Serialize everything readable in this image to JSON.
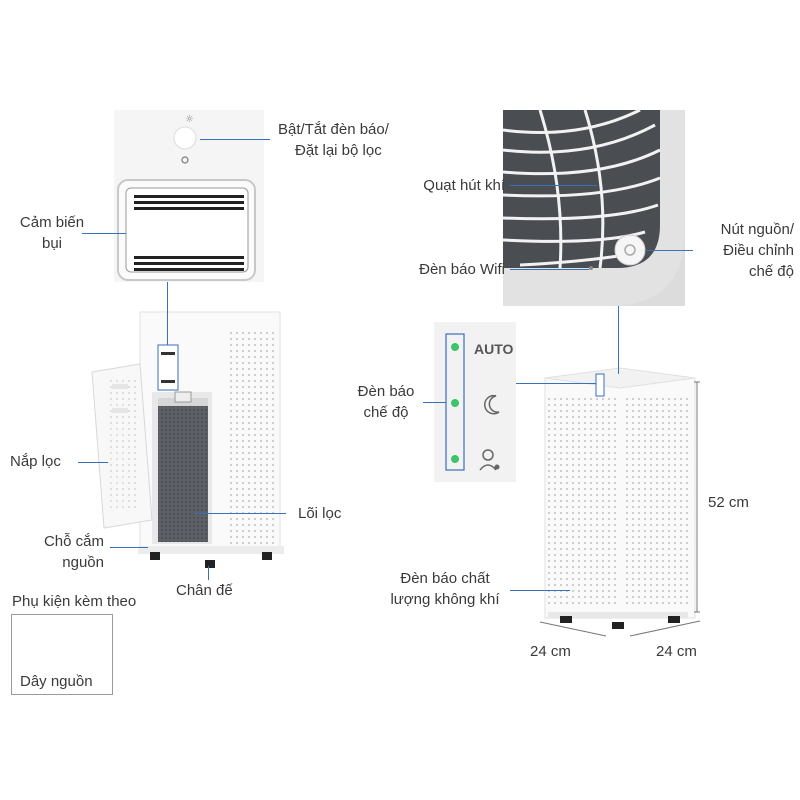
{
  "labels": {
    "indicator_reset": [
      "Bật/Tắt đèn báo/",
      "Đặt lại bộ lọc"
    ],
    "dust_sensor": [
      "Cảm biến",
      "bụi"
    ],
    "filter_cover": "Nắp lọc",
    "filter_core": "Lõi lọc",
    "power_socket": [
      "Chỗ cắm",
      "nguồn"
    ],
    "base_feet": "Chân đế",
    "accessories_title": "Phụ kiện kèm theo",
    "power_cord": "Dây nguồn",
    "intake_fan": "Quạt hút khí",
    "wifi_light": "Đèn báo Wifi",
    "power_button": [
      "Nút nguồn/",
      "Điều chỉnh",
      "chế độ"
    ],
    "mode_light": [
      "Đèn báo",
      "chế độ"
    ],
    "air_quality_light": [
      "Đèn báo chất",
      "lượng không khí"
    ]
  },
  "mode_panel": {
    "auto_text": "AUTO"
  },
  "dimensions": {
    "height": "52 cm",
    "depth": "24 cm",
    "width": "24 cm"
  },
  "colors": {
    "leader_line": "#3b6fb8",
    "indicator_green": "#3cc46a",
    "panel_bg": "#f2f2f2"
  }
}
